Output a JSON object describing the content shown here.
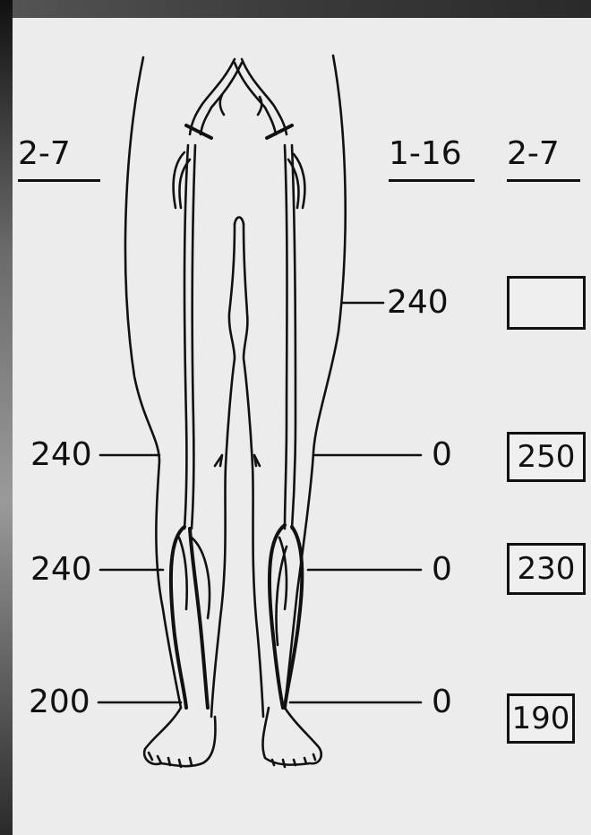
{
  "headers": {
    "left": "2-7",
    "middle": "1-16",
    "right": "2-7"
  },
  "left_values": {
    "thigh": "240",
    "knee": "240",
    "ankle": "200"
  },
  "middle_values": {
    "upper_thigh": "240",
    "knee": "0",
    "calf": "0",
    "ankle": "0"
  },
  "right_boxes": {
    "upper_thigh": "",
    "knee": "250",
    "calf": "230",
    "ankle": "190"
  }
}
